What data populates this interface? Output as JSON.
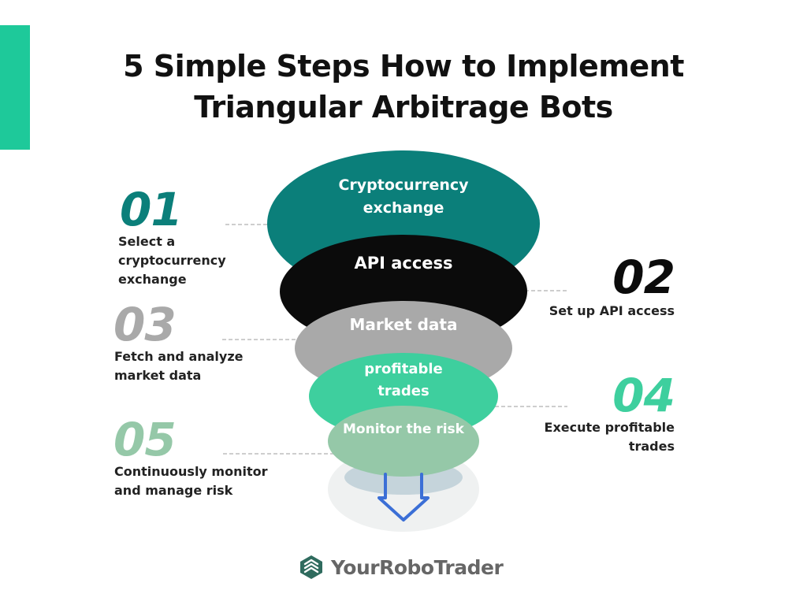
{
  "header": {
    "title_line1": "5 Simple Steps How to Implement",
    "title_line2": "Triangular Arbitrage Bots"
  },
  "colors": {
    "accent": "#1ec99a",
    "teal": "#0b7f7a",
    "black": "#0b0b0b",
    "gray": "#a9a9a9",
    "green": "#3ecf9e",
    "sage": "#95c8a8",
    "light": "#eff1f1",
    "arrow": "#3b6fd6"
  },
  "funnel": {
    "layers": [
      {
        "label_line1": "Cryptocurrency",
        "label_line2": "exchange"
      },
      {
        "label_line1": "API access"
      },
      {
        "label_line1": "Market data"
      },
      {
        "label_line1": "profitable",
        "label_line2": "trades"
      },
      {
        "label_line1": "Monitor the risk"
      }
    ],
    "bottom_icon": "down-arrow-icon"
  },
  "steps": [
    {
      "number": "01",
      "line1": "Select a",
      "line2": "cryptocurrency",
      "line3": "exchange"
    },
    {
      "number": "02",
      "line1": "Set up API access"
    },
    {
      "number": "03",
      "line1": "Fetch and analyze",
      "line2": "market data"
    },
    {
      "number": "04",
      "line1": "Execute profitable",
      "line2": "trades"
    },
    {
      "number": "05",
      "line1": "Continuously monitor",
      "line2": "and manage risk"
    }
  ],
  "brand": {
    "name": "YourRoboTrader",
    "logo_icon": "robotrader-logo-icon"
  }
}
